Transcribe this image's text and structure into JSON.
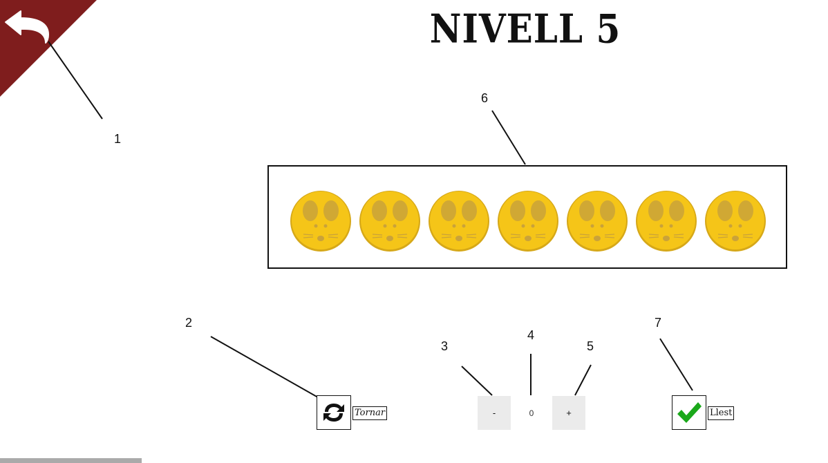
{
  "header": {
    "title": "NIVELL 5"
  },
  "colors": {
    "back_corner": "#7f1d1d",
    "coin_fill": "#f5c518",
    "coin_mark": "#c9a23a",
    "check_green": "#1aa81a"
  },
  "back_button": {
    "icon": "undo-arrow-icon"
  },
  "coins": {
    "count": 7,
    "icon": "mouse-face-coin-icon"
  },
  "controls": {
    "return_label": "Tornar",
    "return_icon": "refresh-icon",
    "minus_label": "-",
    "plus_label": "+",
    "value": "0",
    "ready_label": "Llest",
    "ready_icon": "checkmark-icon"
  },
  "callouts": [
    "1",
    "2",
    "3",
    "4",
    "5",
    "6",
    "7"
  ]
}
